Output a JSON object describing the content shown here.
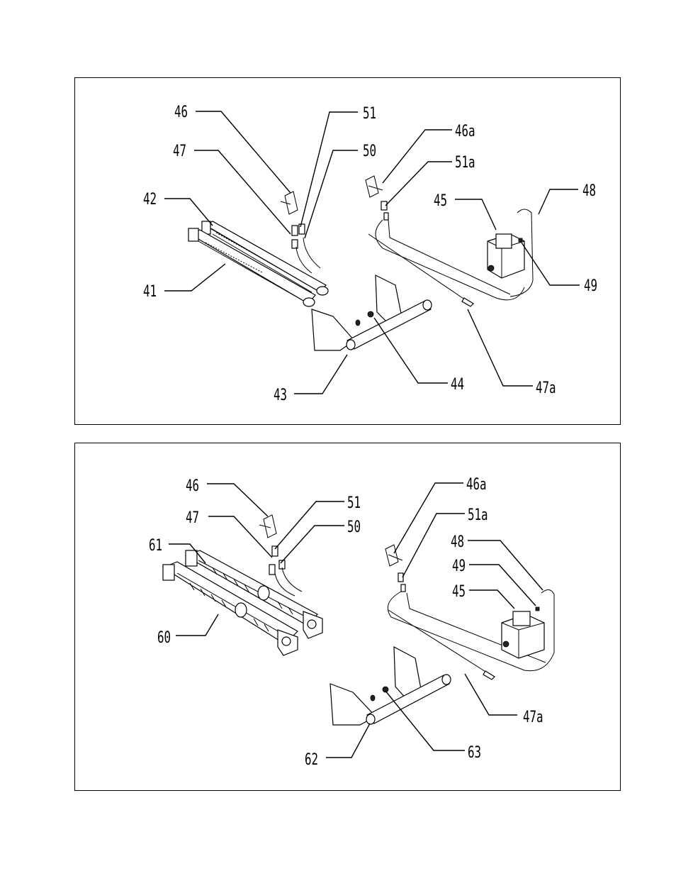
{
  "panels": [
    {
      "name": "upper-assembly",
      "labels": {
        "p46": "46",
        "p51": "51",
        "p47": "47",
        "p50": "50",
        "p42": "42",
        "p41": "41",
        "p46a": "46a",
        "p51a": "51a",
        "p45": "45",
        "p48": "48",
        "p49": "49",
        "p43": "43",
        "p44": "44",
        "p47a": "47a"
      }
    },
    {
      "name": "lower-assembly",
      "labels": {
        "p46": "46",
        "p47": "47",
        "p51": "51",
        "p50": "50",
        "p61": "61",
        "p60": "60",
        "p46a": "46a",
        "p51a": "51a",
        "p48": "48",
        "p49": "49",
        "p45": "45",
        "p47a": "47a",
        "p62": "62",
        "p63": "63"
      }
    }
  ]
}
